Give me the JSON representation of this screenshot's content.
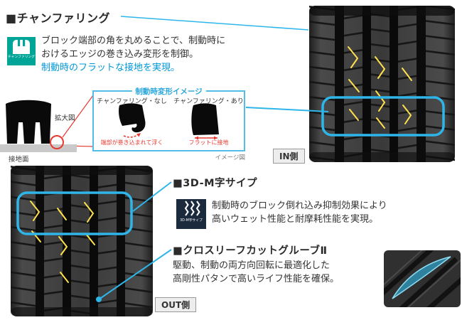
{
  "colors": {
    "accent_blue": "#2eb6ea",
    "blue_text": "#0098d8",
    "annotation_red": "#e8382f",
    "badge_teal": "#00a598",
    "badge_navy": "#1b2a3d",
    "sipe_yellow": "#ffe14d",
    "ground_gray": "#c9c9c9",
    "diagram_border": "#54bce8"
  },
  "chamfering": {
    "title": "■チャンファリング",
    "badge_label": "チャンファリング",
    "line1": "ブロック端部の角を丸めることで、制動時に",
    "line2": "おけるエッジの巻き込み変形を制御。",
    "line3": "制動時のフラットな接地を実現。",
    "diagram": {
      "title": "制動時変形イメージ",
      "without_label": "チャンファリング・なし",
      "with_label": "チャンファリング・あり",
      "without_note": "端部が巻き込まれて浮く",
      "with_note": "フラットに接地",
      "image_note": "イメージ図",
      "zoom_label": "拡大図",
      "ground_label": "接地面"
    }
  },
  "sipe3dm": {
    "title": "■3D-M字サイプ",
    "badge_label": "3D-M字サイプ",
    "line1": "制動時のブロック倒れ込み抑制効果により",
    "line2": "高いウェット性能と耐摩耗性能を実現。"
  },
  "crossleaf": {
    "title": "■クロスリーフカットグルーブⅡ",
    "line1": "駆動、制動の両方向回転に最適化した",
    "line2": "高剛性パタンで高いライフ性能を確保。"
  },
  "tires": {
    "in_label": "IN側",
    "out_label": "OUT側"
  }
}
